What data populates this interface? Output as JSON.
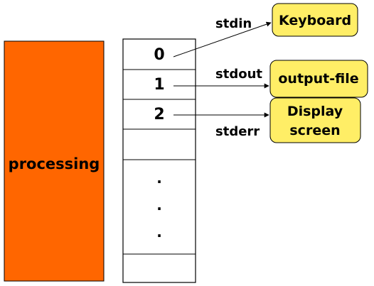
{
  "process": {
    "label": "processing",
    "fill": "#ff6600"
  },
  "fd_table": {
    "slots": [
      "0",
      "1",
      "2",
      "",
      "",
      "",
      "",
      "",
      ""
    ],
    "ellipsis": [
      ".",
      ".",
      "."
    ]
  },
  "streams": {
    "stdin": "stdin",
    "stdout": "stdout",
    "stderr": "stderr"
  },
  "devices": {
    "keyboard": "Keyboard",
    "output_file": "output-file",
    "display_line1": "Display",
    "display_line2": "screen",
    "fill": "#ffee66"
  }
}
